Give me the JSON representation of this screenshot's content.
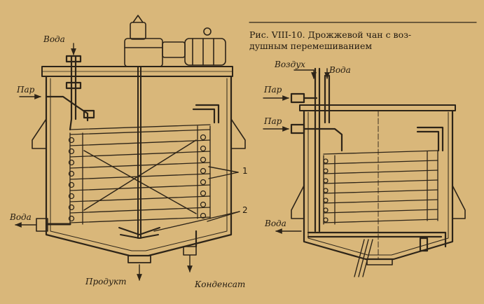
{
  "caption": {
    "line1": "Рис. VIII-10. Дрожжевой чан с воз-",
    "line2": "душным перемешиванием"
  },
  "left_labels": {
    "water_in": "Вода",
    "steam": "Пар",
    "water_out": "Вода",
    "product": "Продукт",
    "condensate": "Конденсат",
    "num1": "1",
    "num2": "2"
  },
  "right_labels": {
    "air": "Воздух",
    "water_in": "Вода",
    "steam1": "Пар",
    "steam2": "Пар",
    "water_out": "Вода"
  },
  "colors": {
    "paper": "#d9b77a",
    "ink": "#2d2418"
  }
}
